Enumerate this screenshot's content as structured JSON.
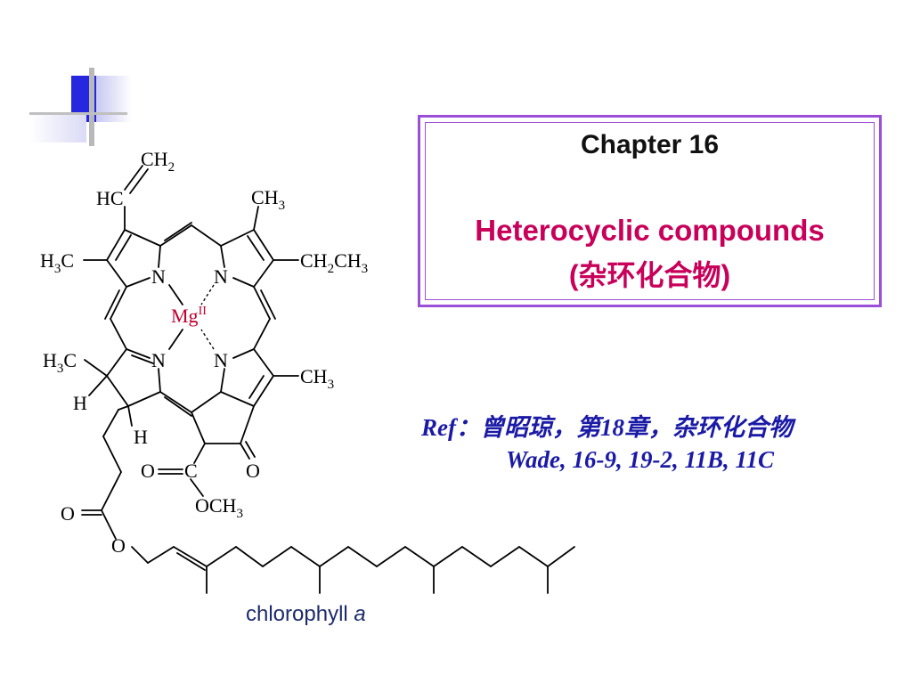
{
  "title_box": {
    "chapter": "Chapter 16",
    "subtitle": "Heterocyclic compounds",
    "subtitle_cn": "(杂环化合物)"
  },
  "reference": {
    "line1": "Ref：曾昭琼，第18章，杂环化合物",
    "line2": "Wade, 16-9, 19-2, 11B, 11C"
  },
  "figure": {
    "caption_main": "chlorophyll",
    "caption_italic": "a",
    "labels": {
      "ch2": "CH",
      "sub2": "2",
      "hc": "HC",
      "ch3": "CH",
      "sub3": "3",
      "h3c": "H",
      "h3c_sub": "3",
      "h3c_c": "C",
      "ch2ch3_a": "CH",
      "ch2ch3_b": "CH",
      "n": "N",
      "mg": "Mg",
      "mg_ox": "II",
      "h": "H",
      "o": "O",
      "oc": "O=C",
      "och3": "OCH",
      "oeq": "O",
      "c": "C"
    }
  },
  "colors": {
    "title_border": "#9b4fd8",
    "subtitle": "#c8005a",
    "reference": "#1a1aa6",
    "mg": "#c00030",
    "caption": "#1c2a6e"
  }
}
